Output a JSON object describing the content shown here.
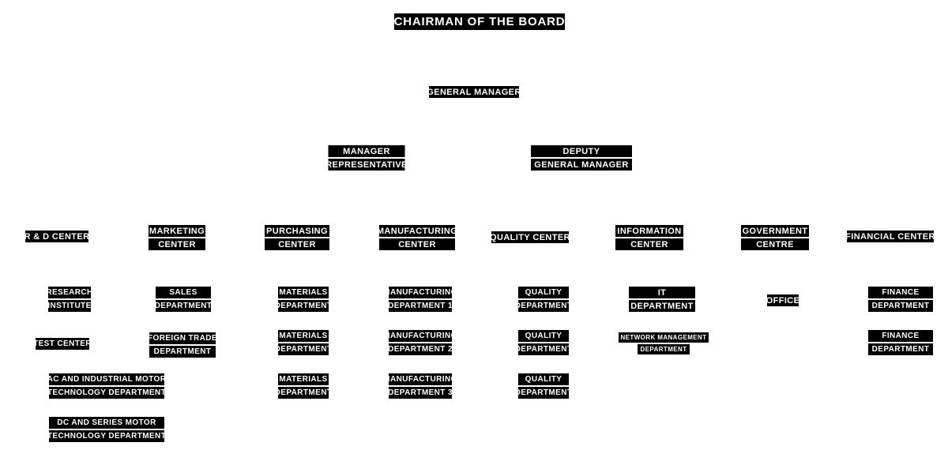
{
  "colors": {
    "page_background": "#ffffff",
    "node_background": "#000000",
    "node_text": "#ffffff"
  },
  "org": {
    "chairman": {
      "name": "CHAIRMAN OF THE BOARD",
      "lines": [
        "CHAIRMAN OF THE BOARD"
      ]
    },
    "general_manager": {
      "name": "GENERAL MANAGER",
      "lines": [
        "GENERAL MANAGER"
      ]
    },
    "manager_representative": {
      "name": "MANAGER REPRESENTATIVE",
      "lines": [
        "MANAGER",
        "REPRESENTATIVE"
      ]
    },
    "deputy_general_manager": {
      "name": "DEPUTY GENERAL MANAGER",
      "lines": [
        "DEPUTY",
        "GENERAL MANAGER"
      ]
    },
    "centers": [
      {
        "name": "R & D CENTER",
        "lines": [
          "R & D CENTER"
        ],
        "departments": [
          {
            "name": "RESEARCH INSTITUTE",
            "lines": [
              "RESEARCH",
              "INSTITUTE"
            ]
          },
          {
            "name": "TEST CENTER",
            "lines": [
              "TEST CENTER"
            ]
          },
          {
            "name": "AC AND INDUSTRIAL MOTOR TECHNOLOGY DEPARTMENT",
            "lines": [
              "AC AND INDUSTRIAL MOTOR",
              "TECHNOLOGY DEPARTMENT"
            ]
          },
          {
            "name": "DC AND SERIES MOTOR TECHNOLOGY DEPARTMENT",
            "lines": [
              "DC AND SERIES MOTOR",
              "TECHNOLOGY DEPARTMENT"
            ]
          }
        ]
      },
      {
        "name": "MARKETING CENTER",
        "lines": [
          "MARKETING",
          "CENTER"
        ],
        "departments": [
          {
            "name": "SALES DEPARTMENT",
            "lines": [
              "SALES",
              "DEPARTMENT"
            ]
          },
          {
            "name": "FOREIGN TRADE DEPARTMENT",
            "lines": [
              "FOREIGN TRADE",
              "DEPARTMENT"
            ]
          }
        ]
      },
      {
        "name": "PURCHASING CENTER",
        "lines": [
          "PURCHASING",
          "CENTER"
        ],
        "departments": [
          {
            "name": "MATERIALS DEPARTMENT",
            "lines": [
              "MATERIALS",
              "DEPARTMENT"
            ]
          },
          {
            "name": "MATERIALS DEPARTMENT",
            "lines": [
              "MATERIALS",
              "DEPARTMENT"
            ]
          },
          {
            "name": "MATERIALS DEPARTMENT",
            "lines": [
              "MATERIALS",
              "DEPARTMENT"
            ]
          }
        ]
      },
      {
        "name": "MANUFACTURING CENTER",
        "lines": [
          "MANUFACTURING",
          "CENTER"
        ],
        "departments": [
          {
            "name": "MANUFACTURING DEPARTMENT 1",
            "lines": [
              "MANUFACTURING",
              "DEPARTMENT 1"
            ]
          },
          {
            "name": "MANUFACTURING DEPARTMENT 2",
            "lines": [
              "MANUFACTURING",
              "DEPARTMENT 2"
            ]
          },
          {
            "name": "MANUFACTURING DEPARTMENT 3",
            "lines": [
              "MANUFACTURING",
              "DEPARTMENT 3"
            ]
          }
        ]
      },
      {
        "name": "QUALITY CENTER",
        "lines": [
          "QUALITY CENTER"
        ],
        "departments": [
          {
            "name": "QUALITY DEPARTMENT",
            "lines": [
              "QUALITY",
              "DEPARTMENT"
            ]
          },
          {
            "name": "QUALITY DEPARTMENT",
            "lines": [
              "QUALITY",
              "DEPARTMENT"
            ]
          },
          {
            "name": "QUALITY DEPARTMENT",
            "lines": [
              "QUALITY",
              "DEPARTMENT"
            ]
          }
        ]
      },
      {
        "name": "INFORMATION CENTER",
        "lines": [
          "INFORMATION",
          "CENTER"
        ],
        "departments": [
          {
            "name": "IT DEPARTMENT",
            "lines": [
              "IT",
              "DEPARTMENT"
            ]
          },
          {
            "name": "NETWORK MANAGEMENT DEPARTMENT",
            "lines": [
              "NETWORK MANAGEMENT",
              "DEPARTMENT"
            ]
          }
        ]
      },
      {
        "name": "GOVERNMENT CENTRE",
        "lines": [
          "GOVERNMENT",
          "CENTRE"
        ],
        "departments": [
          {
            "name": "OFFICE",
            "lines": [
              "OFFICE"
            ]
          }
        ]
      },
      {
        "name": "FINANCIAL CENTER",
        "lines": [
          "FINANCIAL CENTER"
        ],
        "departments": [
          {
            "name": "FINANCE DEPARTMENT",
            "lines": [
              "FINANCE",
              "DEPARTMENT"
            ]
          },
          {
            "name": "FINANCE DEPARTMENT",
            "lines": [
              "FINANCE",
              "DEPARTMENT"
            ]
          }
        ]
      }
    ]
  }
}
